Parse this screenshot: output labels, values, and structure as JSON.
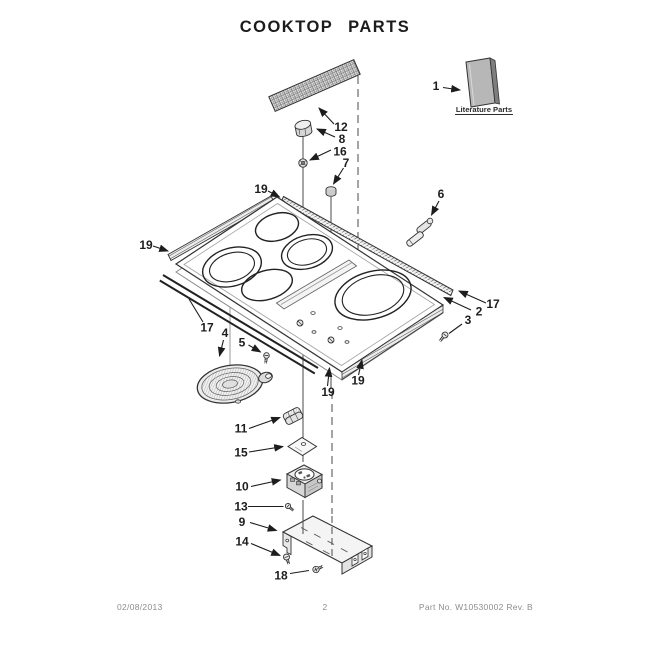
{
  "page": {
    "title": "COOKTOP PARTS",
    "footer": {
      "date": "02/08/2013",
      "page_number": "2",
      "part_no": "Part No. W10530002  Rev. B"
    }
  },
  "literature": {
    "callout": "1",
    "label": "Literature Parts"
  },
  "callouts": {
    "grille": "12",
    "spacer": "8",
    "locknut": "16",
    "nut": "7",
    "trim_back_left": "19",
    "trim_back_right": "19",
    "clip": "6",
    "trim_right": "17",
    "glass": "2",
    "screw_right": "3",
    "trim_left": "17",
    "element": "4",
    "element_screw": "5",
    "trim_front_left": "19",
    "trim_front_right": "19",
    "block": "11",
    "insulator": "15",
    "receptacle": "10",
    "receptacle_screw": "13",
    "bracket": "9",
    "bracket_screw": "14",
    "bracket_screw2": "18"
  }
}
